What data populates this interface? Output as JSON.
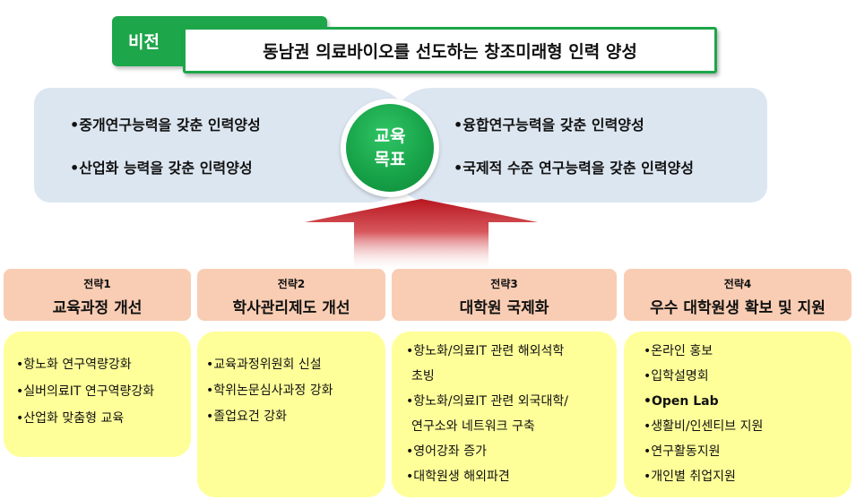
{
  "vision": {
    "tab_label": "비전",
    "statement": "동남권 의료바이오를 선도하는 창조미래형 인력 양성"
  },
  "goals": {
    "badge_line1": "교육",
    "badge_line2": "목표",
    "left": [
      "•중개연구능력을 갖춘 인력양성",
      "•산업화 능력을 갖춘 인력양성"
    ],
    "right": [
      "•융합연구능력을 갖춘 인력양성",
      "•국제적 수준 연구능력을 갖춘 인력양성"
    ]
  },
  "strategies": [
    {
      "number": "전략1",
      "title": "교육과정 개선",
      "items": [
        "•항노화 연구역량강화",
        "•실버의료IT  연구역량강화",
        "•산업화 맞춤형 교육"
      ]
    },
    {
      "number": "전략2",
      "title": "학사관리제도 개선",
      "items": [
        "•교육과정위원회 신설",
        "•학위논문심사과정 강화",
        "•졸업요건 강화"
      ]
    },
    {
      "number": "전략3",
      "title": "대학원 국제화",
      "items": [
        "•항노화/의료IT 관련 해외석학",
        "초빙",
        "•항노화/의료IT 관련 외국대학/",
        "연구소와 네트워크 구축",
        "•영어강좌 증가",
        "•대학원생 해외파견"
      ]
    },
    {
      "number": "전략4",
      "title": "우수 대학원생 확보 및 지원",
      "items": [
        "•온라인 홍보",
        "•입학설명회",
        "•Open Lab",
        "•생활비/인센티브 지원",
        "•연구활동지원",
        "•개인별 취업지원"
      ]
    }
  ],
  "colors": {
    "green": "#1ea64a",
    "goal_panel": "#dce6f1",
    "strategy_header": "#f9cdb3",
    "strategy_body": "#ffff99",
    "arrow": "#c0242b"
  }
}
